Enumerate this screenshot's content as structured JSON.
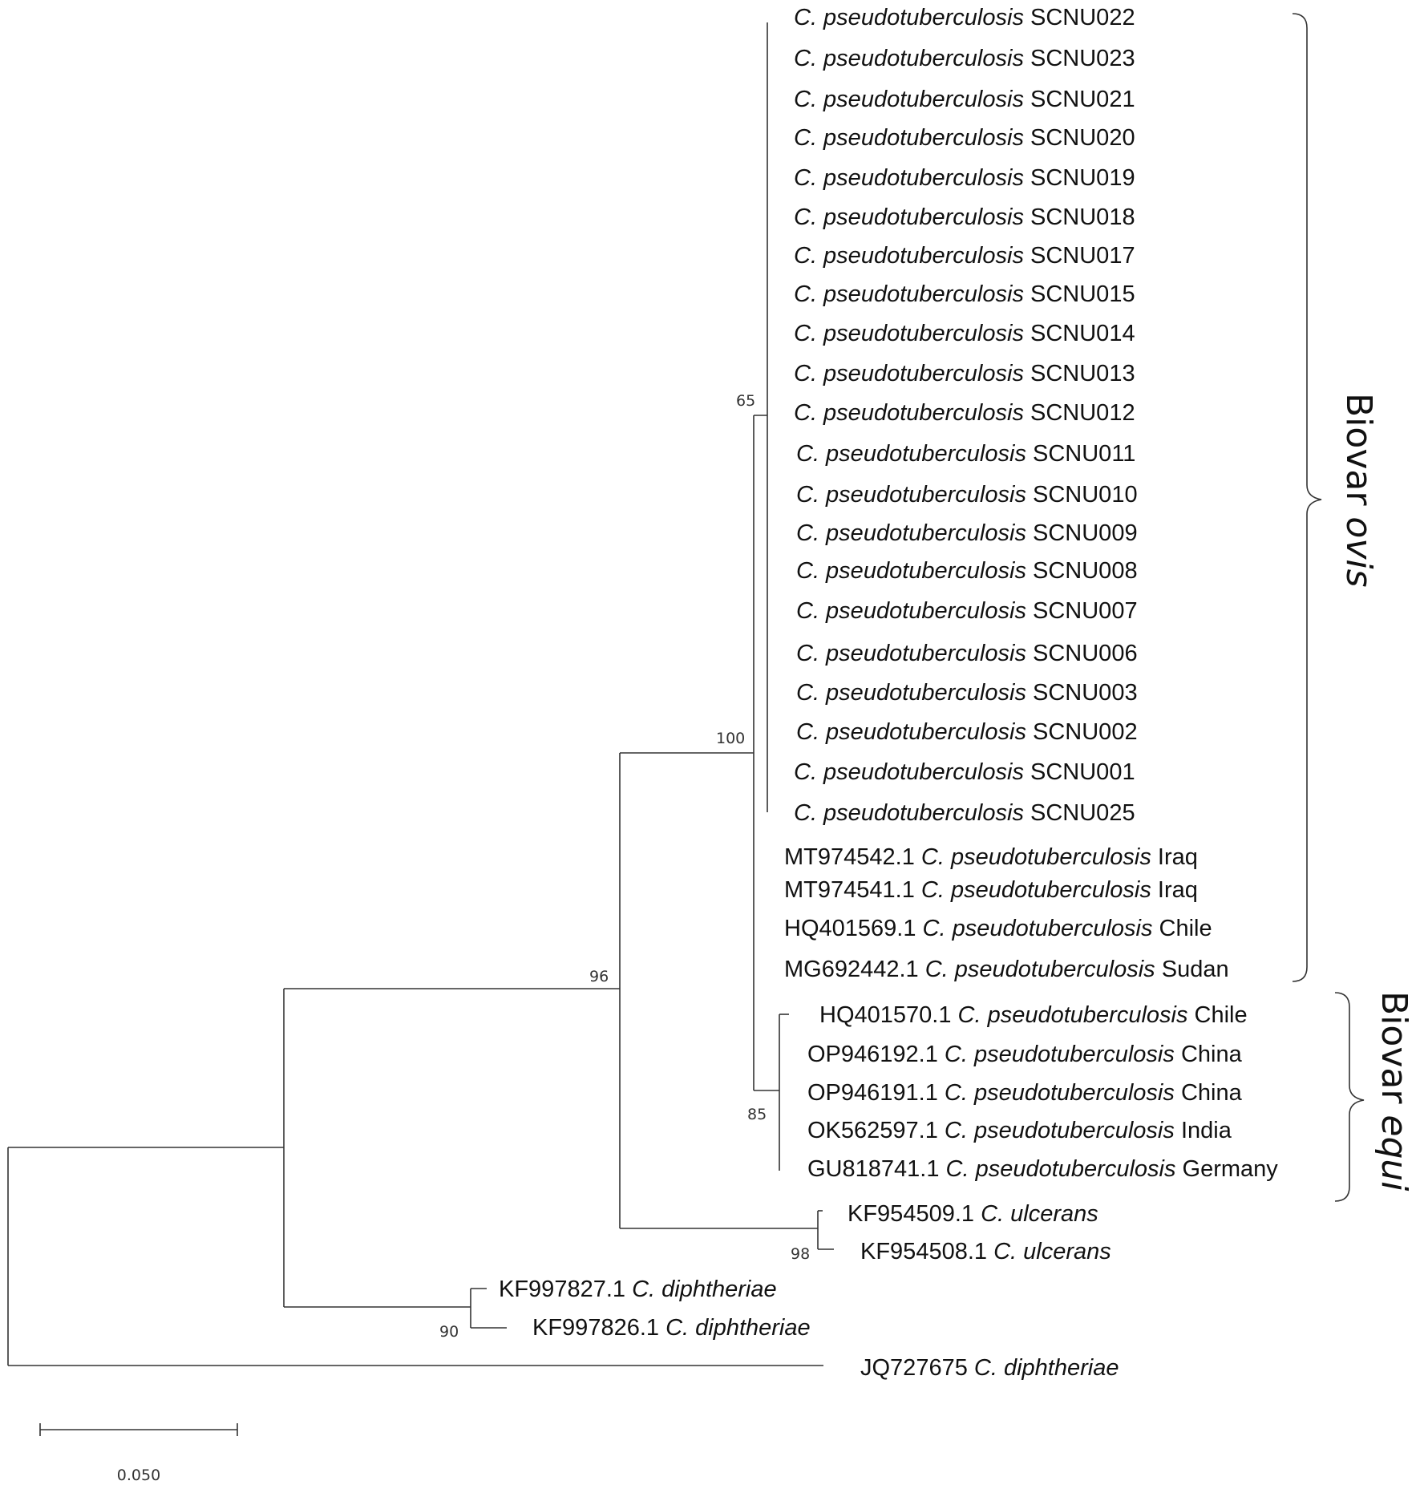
{
  "tips": {
    "scnu022": {
      "genus": "C. pseudotuberculosis",
      "rest": "SCNU022"
    },
    "scnu023": {
      "genus": "C. pseudotuberculosis",
      "rest": "SCNU023"
    },
    "scnu021": {
      "genus": "C. pseudotuberculosis",
      "rest": "SCNU021"
    },
    "scnu020": {
      "genus": "C. pseudotuberculosis",
      "rest": "SCNU020"
    },
    "scnu019": {
      "genus": "C. pseudotuberculosis",
      "rest": "SCNU019"
    },
    "scnu018": {
      "genus": "C. pseudotuberculosis",
      "rest": "SCNU018"
    },
    "scnu017": {
      "genus": "C. pseudotuberculosis",
      "rest": "SCNU017"
    },
    "scnu015": {
      "genus": "C. pseudotuberculosis",
      "rest": "SCNU015"
    },
    "scnu014": {
      "genus": "C. pseudotuberculosis",
      "rest": "SCNU014"
    },
    "scnu013": {
      "genus": "C. pseudotuberculosis",
      "rest": "SCNU013"
    },
    "scnu012": {
      "genus": "C. pseudotuberculosis",
      "rest": "SCNU012"
    },
    "scnu011": {
      "genus": "C. pseudotuberculosis",
      "rest": "SCNU011"
    },
    "scnu010": {
      "genus": "C. pseudotuberculosis",
      "rest": "SCNU010"
    },
    "scnu009": {
      "genus": "C. pseudotuberculosis",
      "rest": "SCNU009"
    },
    "scnu008": {
      "genus": "C. pseudotuberculosis",
      "rest": "SCNU008"
    },
    "scnu007": {
      "genus": "C. pseudotuberculosis",
      "rest": "SCNU007"
    },
    "scnu006": {
      "genus": "C. pseudotuberculosis",
      "rest": "SCNU006"
    },
    "scnu003": {
      "genus": "C. pseudotuberculosis",
      "rest": "SCNU003"
    },
    "scnu002": {
      "genus": "C. pseudotuberculosis",
      "rest": "SCNU002"
    },
    "scnu001": {
      "genus": "C. pseudotuberculosis",
      "rest": "SCNU001"
    },
    "scnu025": {
      "genus": "C. pseudotuberculosis",
      "rest": "SCNU025"
    },
    "mt974542": {
      "acc": "MT974542.1",
      "genus": "C. pseudotuberculosis",
      "rest": "Iraq"
    },
    "mt974541": {
      "acc": "MT974541.1",
      "genus": "C. pseudotuberculosis",
      "rest": "Iraq"
    },
    "hq401569": {
      "acc": "HQ401569.1",
      "genus": "C. pseudotuberculosis",
      "rest": "Chile"
    },
    "mg692442": {
      "acc": "MG692442.1",
      "genus": "C. pseudotuberculosis",
      "rest": "Sudan"
    },
    "hq401570": {
      "acc": "HQ401570.1",
      "genus": "C. pseudotuberculosis",
      "rest": "Chile"
    },
    "op946192": {
      "acc": "OP946192.1",
      "genus": "C. pseudotuberculosis",
      "rest": "China"
    },
    "op946191": {
      "acc": "OP946191.1",
      "genus": "C. pseudotuberculosis",
      "rest": "China"
    },
    "ok562597": {
      "acc": "OK562597.1",
      "genus": "C. pseudotuberculosis",
      "rest": "India"
    },
    "gu818741": {
      "acc": "GU818741.1",
      "genus": "C. pseudotuberculosis",
      "rest": "Germany"
    },
    "kf954509": {
      "acc": "KF954509.1",
      "genus": "C. ulcerans"
    },
    "kf954508": {
      "acc": "KF954508.1",
      "genus": "C. ulcerans"
    },
    "kf997827": {
      "acc": "KF997827.1",
      "genus": "C. diphtheriae"
    },
    "kf997826": {
      "acc": "KF997826.1",
      "genus": "C. diphtheriae"
    },
    "jq727675": {
      "acc": "JQ727675",
      "genus": "C. diphtheriae"
    }
  },
  "bootstrap": {
    "ovis_inner": "65",
    "ovis_clade": "100",
    "pseudotb_clade": "96",
    "equi_clade": "85",
    "ulcerans_clade": "98",
    "diphtheriae_clade": "90"
  },
  "brackets": {
    "ovis": {
      "prefix": "Biovar ",
      "italic": "ovis"
    },
    "equi": {
      "prefix": "Biovar ",
      "italic": "equi"
    }
  },
  "scale_bar": {
    "label": "0.050",
    "length": 0.05
  }
}
